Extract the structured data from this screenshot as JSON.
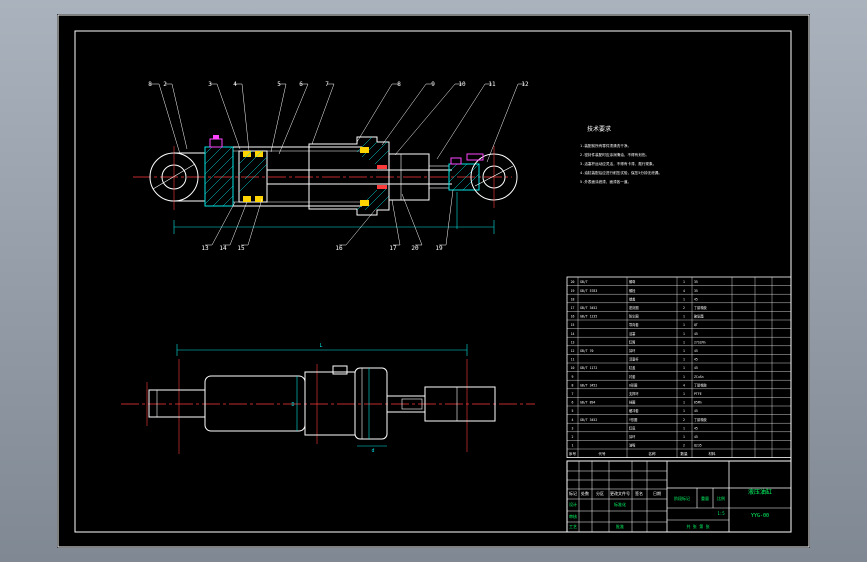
{
  "balloons": [
    "8",
    "2",
    "3",
    "4",
    "5",
    "6",
    "7",
    "8",
    "9",
    "10",
    "11",
    "12"
  ],
  "balloons_bottom": [
    "13",
    "14",
    "15",
    "16",
    "17",
    "20",
    "19"
  ],
  "tech_title": "技术要求",
  "tech_notes": [
    "1.装配前所有零件须清洗干净。",
    "2.密封件装配时应涂润滑油，不得有划伤。",
    "3.活塞杆运动应灵活，不得有卡滞、爬行现象。",
    "4.油缸装配后应进行耐压试验，保压5分钟无泄漏。",
    "5.外表面涂底漆、面漆各一道。"
  ],
  "bom_rows": [
    {
      "no": "20",
      "code": "GB/T",
      "name": "螺母",
      "qty": "1",
      "mat": "35"
    },
    {
      "no": "19",
      "code": "GB/T 5783",
      "name": "螺栓",
      "qty": "4",
      "mat": "35"
    },
    {
      "no": "18",
      "code": "",
      "name": "端盖",
      "qty": "1",
      "mat": "45"
    },
    {
      "no": "17",
      "code": "GB/T 3452",
      "name": "密封圈",
      "qty": "2",
      "mat": "丁腈橡胶"
    },
    {
      "no": "16",
      "code": "GB/T 1235",
      "name": "防尘圈",
      "qty": "1",
      "mat": "聚氨酯"
    },
    {
      "no": "15",
      "code": "",
      "name": "导向套",
      "qty": "1",
      "mat": "QT"
    },
    {
      "no": "14",
      "code": "",
      "name": "活塞",
      "qty": "1",
      "mat": "45"
    },
    {
      "no": "13",
      "code": "",
      "name": "缸筒",
      "qty": "1",
      "mat": "27SiMn"
    },
    {
      "no": "12",
      "code": "GB/T 70",
      "name": "耳环",
      "qty": "1",
      "mat": "45"
    },
    {
      "no": "11",
      "code": "",
      "name": "活塞杆",
      "qty": "1",
      "mat": "45"
    },
    {
      "no": "10",
      "code": "GB/T 1172",
      "name": "缸盖",
      "qty": "1",
      "mat": "45"
    },
    {
      "no": "9",
      "code": "",
      "name": "衬套",
      "qty": "1",
      "mat": "ZCuSn"
    },
    {
      "no": "8",
      "code": "GB/T 3452",
      "name": "O形圈",
      "qty": "4",
      "mat": "丁腈橡胶"
    },
    {
      "no": "7",
      "code": "",
      "name": "支撑环",
      "qty": "1",
      "mat": "PTFE"
    },
    {
      "no": "6",
      "code": "GB/T 894",
      "name": "挡圈",
      "qty": "1",
      "mat": "65Mn"
    },
    {
      "no": "5",
      "code": "",
      "name": "缓冲套",
      "qty": "1",
      "mat": "45"
    },
    {
      "no": "4",
      "code": "GB/T 3452",
      "name": "Y形圈",
      "qty": "2",
      "mat": "丁腈橡胶"
    },
    {
      "no": "3",
      "code": "",
      "name": "缸底",
      "qty": "1",
      "mat": "45"
    },
    {
      "no": "2",
      "code": "",
      "name": "耳环",
      "qty": "1",
      "mat": "45"
    },
    {
      "no": "1",
      "code": "",
      "name": "油嘴",
      "qty": "2",
      "mat": "Q235"
    }
  ],
  "bom_header": {
    "no": "序号",
    "code": "代号",
    "name": "名称",
    "qty": "数量",
    "mat": "材料"
  },
  "title_block": {
    "drawing_name": "液压油缸",
    "drawing_no": "YYG-00",
    "scale_label": "比例",
    "scale": "1:5",
    "weight_label": "重量",
    "stage_label": "阶段标记",
    "sheet": "共 张 第 张",
    "design": "设计",
    "check": "审核",
    "process": "工艺",
    "approve": "批准",
    "standard": "标准化",
    "mark": "标记",
    "count": "处数",
    "zone": "分区",
    "change": "更改文件号",
    "sign": "签名",
    "date": "日期"
  },
  "dims": {
    "overall": "L",
    "bore": "D",
    "rod": "d"
  }
}
